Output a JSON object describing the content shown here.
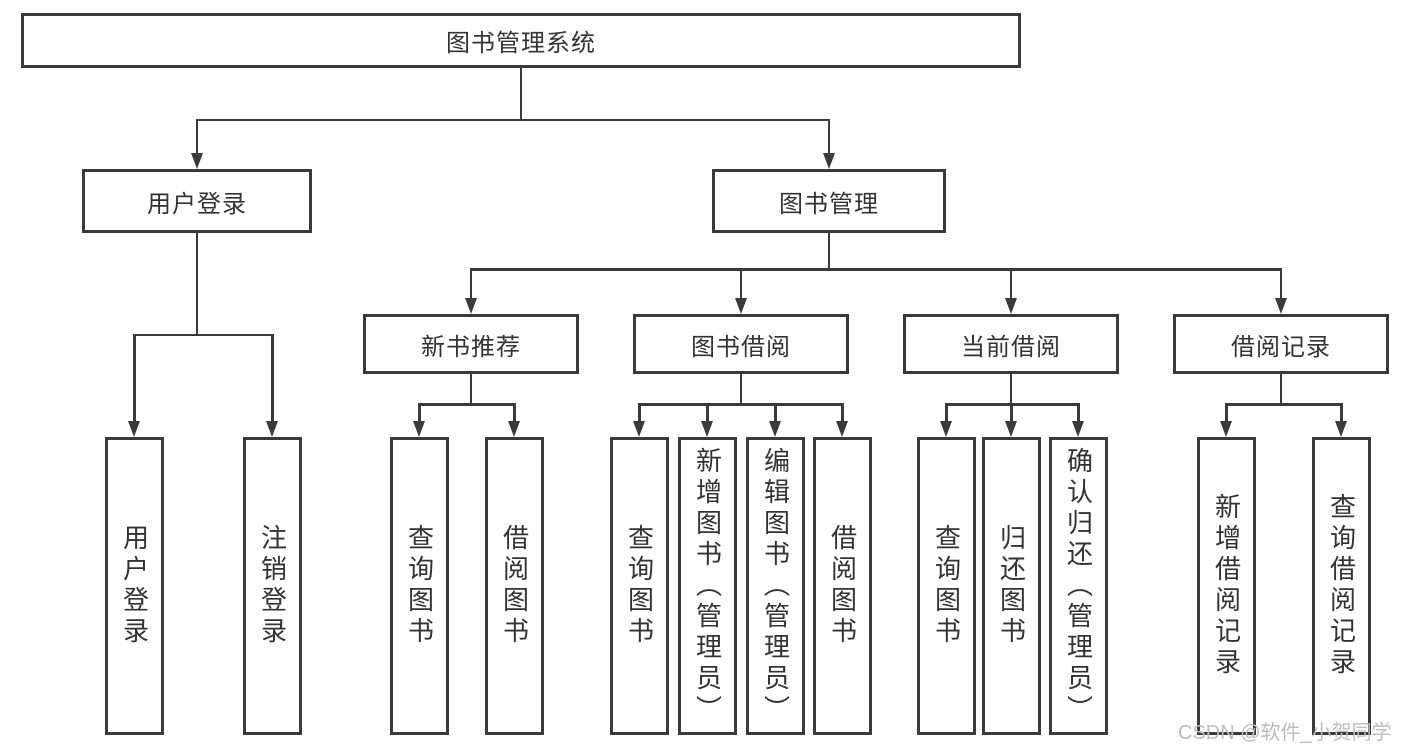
{
  "tree": {
    "label": "图书管理系统",
    "children": [
      {
        "label": "用户登录",
        "children": [
          {
            "label": "用户登录"
          },
          {
            "label": "注销登录"
          }
        ]
      },
      {
        "label": "图书管理",
        "children": [
          {
            "label": "新书推荐",
            "children": [
              {
                "label": "查询图书"
              },
              {
                "label": "借阅图书"
              }
            ]
          },
          {
            "label": "图书借阅",
            "children": [
              {
                "label": "查询图书"
              },
              {
                "label": "新增图书（管理员）"
              },
              {
                "label": "编辑图书（管理员）"
              },
              {
                "label": "借阅图书"
              }
            ]
          },
          {
            "label": "当前借阅",
            "children": [
              {
                "label": "查询图书"
              },
              {
                "label": "归还图书"
              },
              {
                "label": "确认归还（管理员）"
              }
            ]
          },
          {
            "label": "借阅记录",
            "children": [
              {
                "label": "新增借阅记录"
              },
              {
                "label": "查询借阅记录"
              }
            ]
          }
        ]
      }
    ]
  },
  "watermark": {
    "text": "CSDN @软件_小贺同学"
  },
  "colors": {
    "line": "#3a3a3a",
    "text": "#333333",
    "background": "#ffffff",
    "watermark": "#bdbdbd"
  }
}
